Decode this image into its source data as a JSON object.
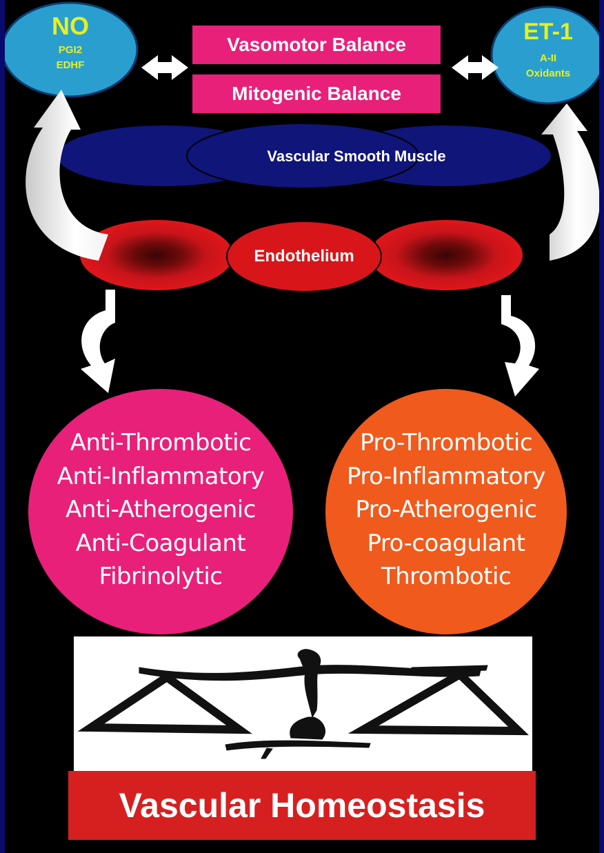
{
  "left_agent": {
    "title": "NO",
    "lines": [
      "PGI2",
      "EDHF"
    ]
  },
  "right_agent": {
    "title": "ET-1",
    "lines": [
      "A-II",
      "Oxidants"
    ]
  },
  "balance_boxes": [
    "Vasomotor Balance",
    "Mitogenic Balance"
  ],
  "vascular_smooth_muscle": "Vascular Smooth Muscle",
  "endothelium": "Endothelium",
  "protective_effects": [
    "Anti-Thrombotic",
    "Anti-Inflammatory",
    "Anti-Atherogenic",
    "Anti-Coagulant",
    "Fibrinolytic"
  ],
  "harmful_effects": [
    "Pro-Thrombotic",
    "Pro-Inflammatory",
    "Pro-Atherogenic",
    "Pro-coagulant",
    "Thrombotic"
  ],
  "footer_title": "Vascular Homeostasis",
  "colors": {
    "background": "#000000",
    "border": "#0a0a6e",
    "agent_oval": "#2a9fcf",
    "agent_text": "#e6f020",
    "pink": "#e8207a",
    "orange": "#f05a1c",
    "navy_oval": "#10157a",
    "endothelium": "#d8161a",
    "footer_red": "#d62020"
  }
}
